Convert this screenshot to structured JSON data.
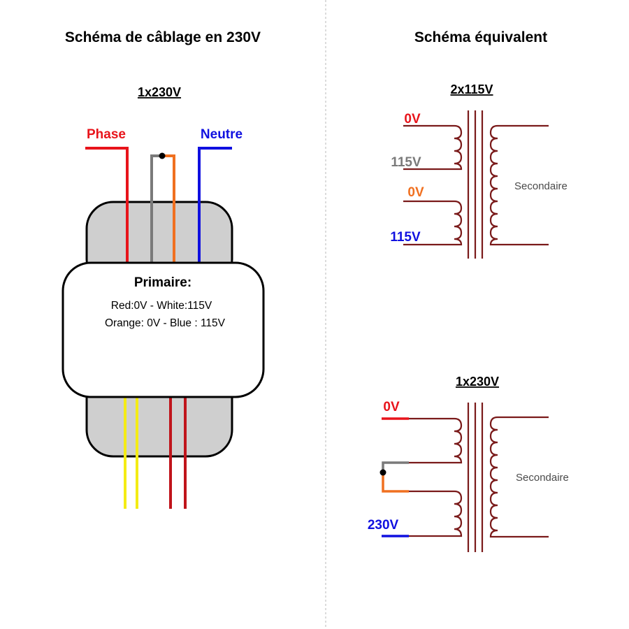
{
  "left_panel": {
    "title": "Schéma de câblage en 230V",
    "subtitle": "1x230V",
    "phase_label": "Phase",
    "neutre_label": "Neutre",
    "primary_title": "Primaire:",
    "primary_line1": "Red:0V - White:115V",
    "primary_line2": "Orange: 0V - Blue : 115V"
  },
  "right_panel": {
    "title": "Schéma équivalent",
    "top_diagram": {
      "subtitle": "2x115V",
      "label_0v_red": "0V",
      "label_115v_grey": "115V",
      "label_0v_orange": "0V",
      "label_115v_blue": "115V",
      "secondary_label": "Secondaire"
    },
    "bottom_diagram": {
      "subtitle": "1x230V",
      "label_0v": "0V",
      "label_230v": "230V",
      "secondary_label": "Secondaire"
    }
  },
  "colors": {
    "red": "#e8141b",
    "grey": "#7a7a7a",
    "orange": "#f07020",
    "blue": "#1010e0",
    "yellow": "#f4ec14",
    "dark_red": "#c0141b",
    "coil": "#7a1a1a",
    "core_grey": "#cfcfcf"
  }
}
